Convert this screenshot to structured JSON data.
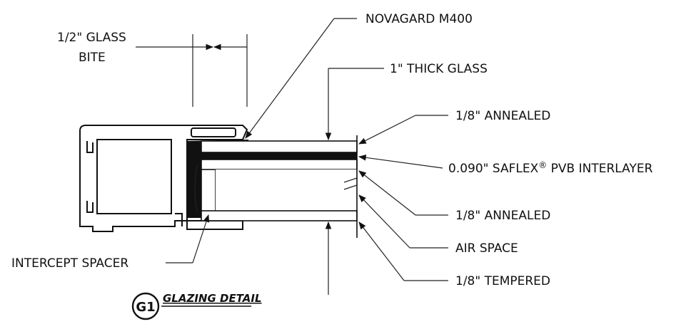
{
  "labels": {
    "glass_bite_line1": "1/2\" GLASS",
    "glass_bite_line2": "BITE",
    "novagard": "NOVAGARD M400",
    "thick_glass": "1\" THICK GLASS",
    "annealed_top": "1/8\" ANNEALED",
    "interlayer_pre": "0.090\" SAFLEX",
    "interlayer_reg": "®",
    "interlayer_post": " PVB INTERLAYER",
    "annealed_bottom": "1/8\" ANNEALED",
    "air_space": "AIR SPACE",
    "tempered": "1/8\" TEMPERED",
    "intercept_spacer": "INTERCEPT SPACER"
  },
  "detail": {
    "tag": "G1",
    "title": "GLAZING DETAIL"
  }
}
